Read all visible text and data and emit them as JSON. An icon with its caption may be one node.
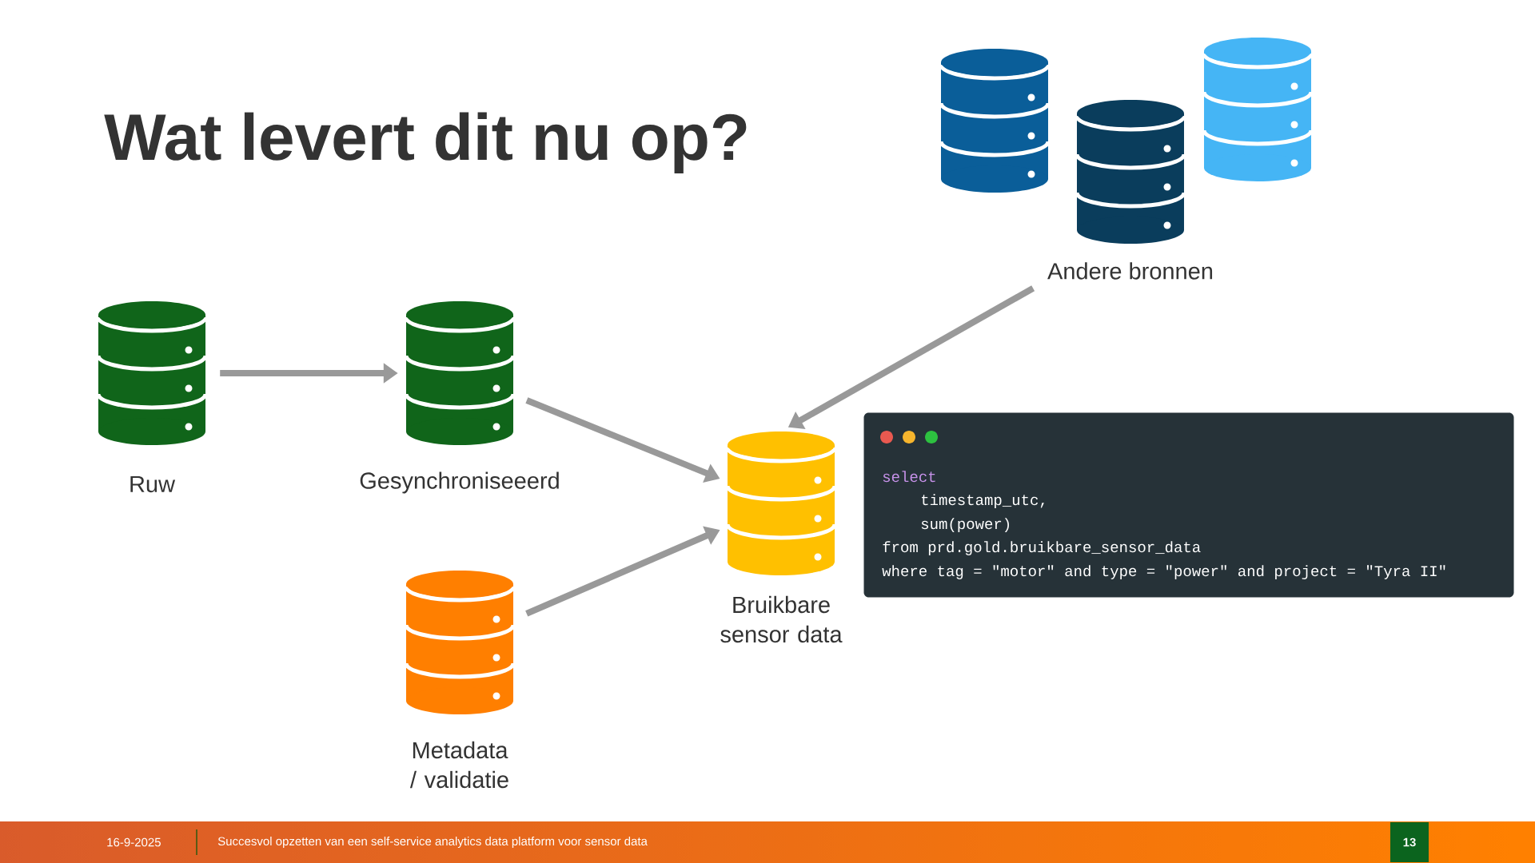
{
  "diagram": {
    "title": "Wat levert dit nu op?",
    "nodes": [
      {
        "text": [
          "Ruw"
        ]
      },
      {
        "text": [
          "Gesynchroniseeerd"
        ]
      },
      {
        "text": [
          "Metadata / validatie"
        ]
      },
      {
        "text": [
          "Bruikbare sensor data"
        ]
      },
      {
        "text": [
          "Andere bronnen"
        ]
      },
      {
        "text": [
          "select",
          "timestamp_utc,",
          "sum(power)",
          "from prd.gold.bruikbare_sensor_data",
          "where tag = \"motor\" and type = \"power\" and project = \"Tyra II\""
        ]
      }
    ],
    "edges": [
      {
        "from": 0,
        "to": 1,
        "arrow": "to"
      },
      {
        "from": 1,
        "to": 3,
        "arrow": "to"
      },
      {
        "from": 2,
        "to": 3,
        "arrow": "to"
      },
      {
        "from": 4,
        "to": 3,
        "arrow": "to"
      }
    ],
    "labels": [
      "16-9-2025",
      "Succesvol opzetten van een self-service analytics data platform voor sensor data",
      "13"
    ]
  }
}
